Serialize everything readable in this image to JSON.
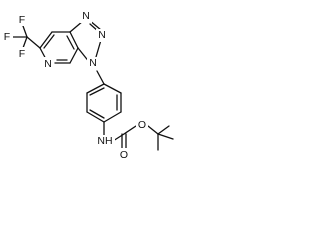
{
  "molecule": {
    "atoms": {
      "f_top": "F",
      "f_left": "F",
      "f_bottom": "F",
      "n_pyridine": "N",
      "n_triazole_1": "N",
      "n_triazole_2": "N",
      "n_triazole_3": "N",
      "nh": "NH",
      "o_carbonyl": "O",
      "o_ester": "O"
    },
    "colors": {
      "bond": "#111111",
      "label": "#111111",
      "background": "#ffffff"
    }
  }
}
